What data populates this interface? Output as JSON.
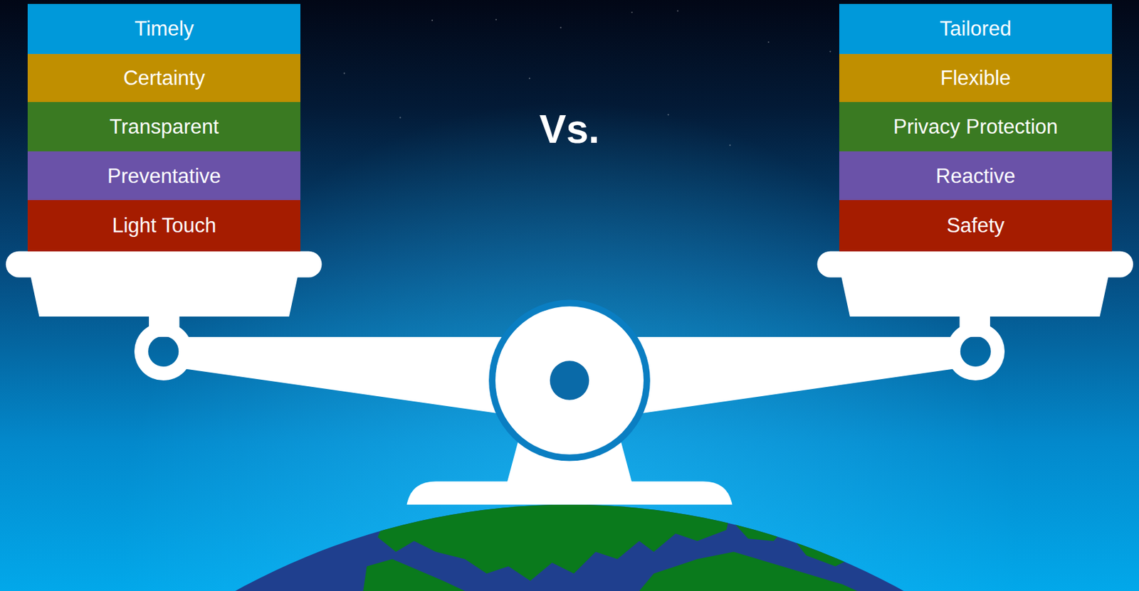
{
  "diagram": {
    "nodes": [
      {
        "text": [
          "Timely"
        ]
      },
      {
        "text": [
          "Certainty"
        ]
      },
      {
        "text": [
          "Transparent"
        ]
      },
      {
        "text": [
          "Preventative"
        ]
      },
      {
        "text": [
          "Light Touch"
        ]
      },
      {
        "text": [
          "Tailored"
        ]
      },
      {
        "text": [
          "Flexible"
        ]
      },
      {
        "text": [
          "Privacy Protection"
        ]
      },
      {
        "text": [
          "Reactive"
        ]
      },
      {
        "text": [
          "Safety"
        ]
      }
    ],
    "labels": [
      "Vs."
    ]
  }
}
